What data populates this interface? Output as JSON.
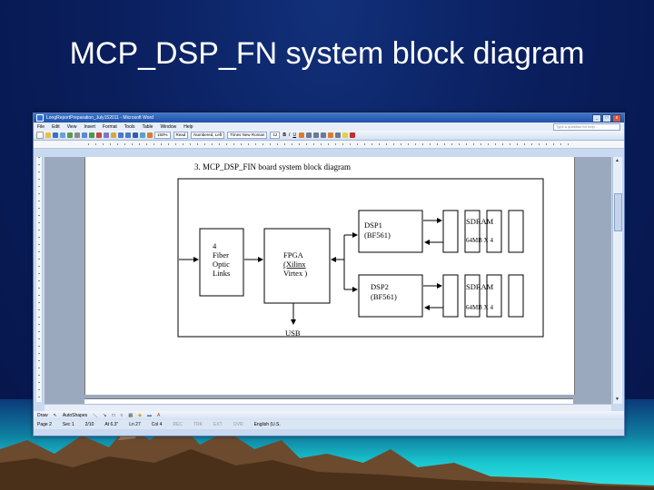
{
  "slide": {
    "title": "MCP_DSP_FN system block diagram"
  },
  "window": {
    "title": "LongReportPreparation_July152011 - Microsoft Word",
    "controls": [
      "_",
      "□",
      "x"
    ]
  },
  "menu": {
    "items": [
      "File",
      "Edit",
      "View",
      "Insert",
      "Format",
      "Tools",
      "Table",
      "Window",
      "Help"
    ],
    "help_placeholder": "Type a question for help"
  },
  "toolbar": {
    "zoom": "150%",
    "read_label": "Read",
    "style": "Numbered, Left",
    "font": "Times New Roman",
    "size": "12",
    "bold": "B",
    "italic": "I",
    "underline": "U"
  },
  "document": {
    "caption": "3.   MCP_DSP_FIN  board system block diagram",
    "blocks": {
      "fiber": [
        "4",
        "Fiber",
        "Optic",
        "Links"
      ],
      "fpga": [
        "FPGA",
        "(Xilinx",
        "Virtex )"
      ],
      "usb": "USB",
      "dsp1": [
        "DSP1",
        "(BF561)"
      ],
      "dsp2": [
        "DSP2",
        "(BF561)"
      ],
      "sdram_top": [
        "SDRAM",
        "64MB X 4"
      ],
      "sdram_bottom": [
        "SDRAM",
        "64MB X 4"
      ]
    }
  },
  "drawbar": {
    "draw": "Draw",
    "autoshapes": "AutoShapes"
  },
  "status": {
    "page": "Page  2",
    "sec": "Sec  1",
    "pages": "2/10",
    "at": "At  6.3\"",
    "ln": "Ln  27",
    "col": "Col  4",
    "modes": [
      "REC",
      "TRK",
      "EXT",
      "OVR"
    ],
    "language": "English (U.S."
  },
  "colors": {
    "slide_bg": "#0a1f5e",
    "title_text": "#ffffff",
    "window_chrome": "#c9d9ef",
    "titlebar": "#1f52a8"
  }
}
